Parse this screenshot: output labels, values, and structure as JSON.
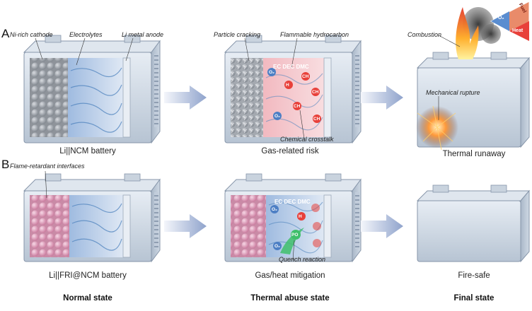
{
  "panel_a": {
    "label": "A",
    "stages": [
      {
        "caption": "Li||NCM battery"
      },
      {
        "caption": "Gas-related risk"
      },
      {
        "caption": "Thermal runaway"
      }
    ],
    "annotations": {
      "cathode": "Ni-rich cathode",
      "electrolytes": "Electrolytes",
      "anode": "Li metal anode",
      "cracking": "Particle cracking",
      "hydrocarbon": "Flammable hydrocarbon",
      "solvents": "EC DEC DMC",
      "crosstalk": "Chemical crosstalk",
      "combustion": "Combustion",
      "rupture": "Mechanical rupture"
    },
    "fire_triangle": {
      "oxygen": "O₂",
      "fuel": "Fuel",
      "heat": "Heat"
    }
  },
  "panel_b": {
    "label": "B",
    "stages": [
      {
        "caption": "Li||FRI@NCM battery"
      },
      {
        "caption": "Gas/heat mitigation"
      },
      {
        "caption": "Fire-safe"
      }
    ],
    "annotations": {
      "interfaces": "Flame-retardant interfaces",
      "solvents": "EC DEC DMC",
      "quench": "Quench reaction"
    }
  },
  "states": [
    "Normal state",
    "Thermal abuse state",
    "Final state"
  ],
  "colors": {
    "cathode_gray": "#9a9fa6",
    "cathode_pink": "#e7a7c0",
    "electrolyte_blue": "#6d9fd0",
    "case": "#c9d4e0",
    "arrow": "#93a7cf",
    "hazard_red": "#e8403a",
    "quench_green": "#3fbf6b"
  }
}
